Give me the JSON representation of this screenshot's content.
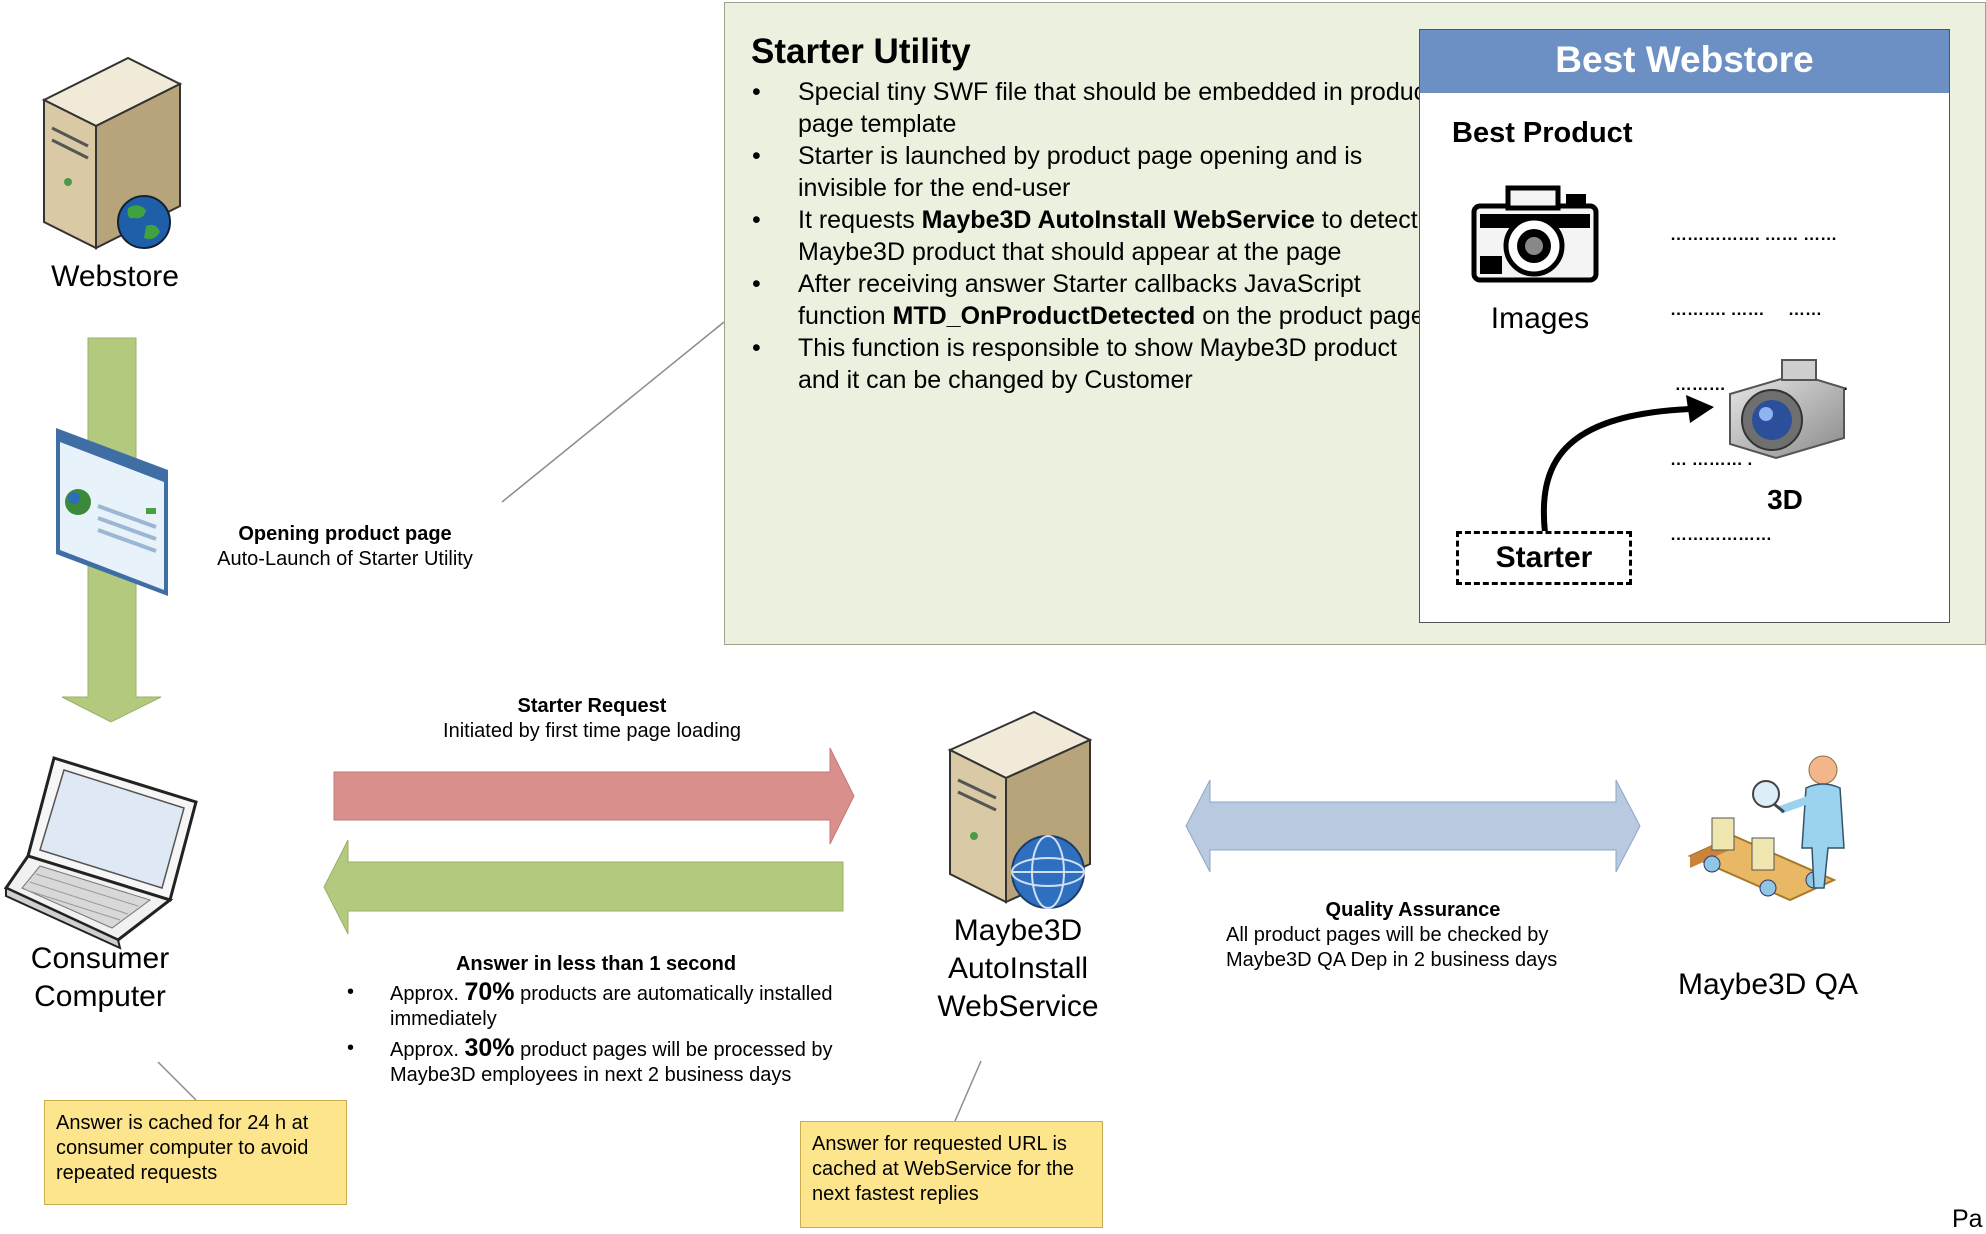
{
  "nodes": {
    "webstore": "Webstore",
    "consumer_line1": "Consumer",
    "consumer_line2": "Computer",
    "service_line1": "Maybe3D",
    "service_line2": "AutoInstall",
    "service_line3": "WebService",
    "qa": "Maybe3D QA"
  },
  "opening": {
    "title": "Opening product page",
    "subtitle": "Auto-Launch of Starter Utility"
  },
  "starter_request": {
    "title": "Starter Request",
    "subtitle": "Initiated by first time page loading"
  },
  "answer": {
    "title": "Answer in less than 1 second",
    "items": [
      {
        "prefix": "Approx. ",
        "pct": "70%",
        "text": " products are automatically installed immediately"
      },
      {
        "prefix": "Approx. ",
        "pct": "30%",
        "text": " product pages will be processed by Maybe3D employees in next 2 business days"
      }
    ]
  },
  "qa_link": {
    "title": "Quality Assurance",
    "line1": "All product pages will be checked by",
    "line2": "Maybe3D QA Dep in 2 business days"
  },
  "starter_utility": {
    "title": "Starter Utility",
    "items": [
      {
        "pre": "Special tiny SWF file that should be embedded in product page template",
        "bold": "",
        "post": ""
      },
      {
        "pre": "Starter is launched by product page opening and is invisible for the end-user",
        "bold": "",
        "post": ""
      },
      {
        "pre": "It requests ",
        "bold": "Maybe3D AutoInstall WebService",
        "post": " to detect Maybe3D product that should appear at the page"
      },
      {
        "pre": "After receiving answer Starter callbacks JavaScript function ",
        "bold": "MTD_OnProductDetected",
        "post": " on the product page"
      },
      {
        "pre": "This function is responsible to show Maybe3D product and it can be changed by Customer",
        "bold": "",
        "post": ""
      }
    ]
  },
  "best_webstore": {
    "header": "Best Webstore",
    "product": "Best Product",
    "images_label": "Images",
    "three_d_label": "3D",
    "starter_label": "Starter",
    "placeholder_lines": [
      "……………. …… ……",
      "………. ……     ……",
      " ………      ………. ……",
      "… ……… .",
      "………………"
    ]
  },
  "notes": {
    "consumer": "Answer is cached for 24 h at consumer computer to avoid repeated requests",
    "service": "Answer for requested URL is cached at WebService for the next fastest replies"
  },
  "page_corner": "Pa",
  "colors": {
    "panel_bg": "#ebf1de",
    "header_blue": "#6d90c4",
    "arrow_green": "#b3ca7e",
    "arrow_red": "#d9908c",
    "arrow_blue": "#b8c9e0",
    "note_yellow": "#fde58e"
  }
}
